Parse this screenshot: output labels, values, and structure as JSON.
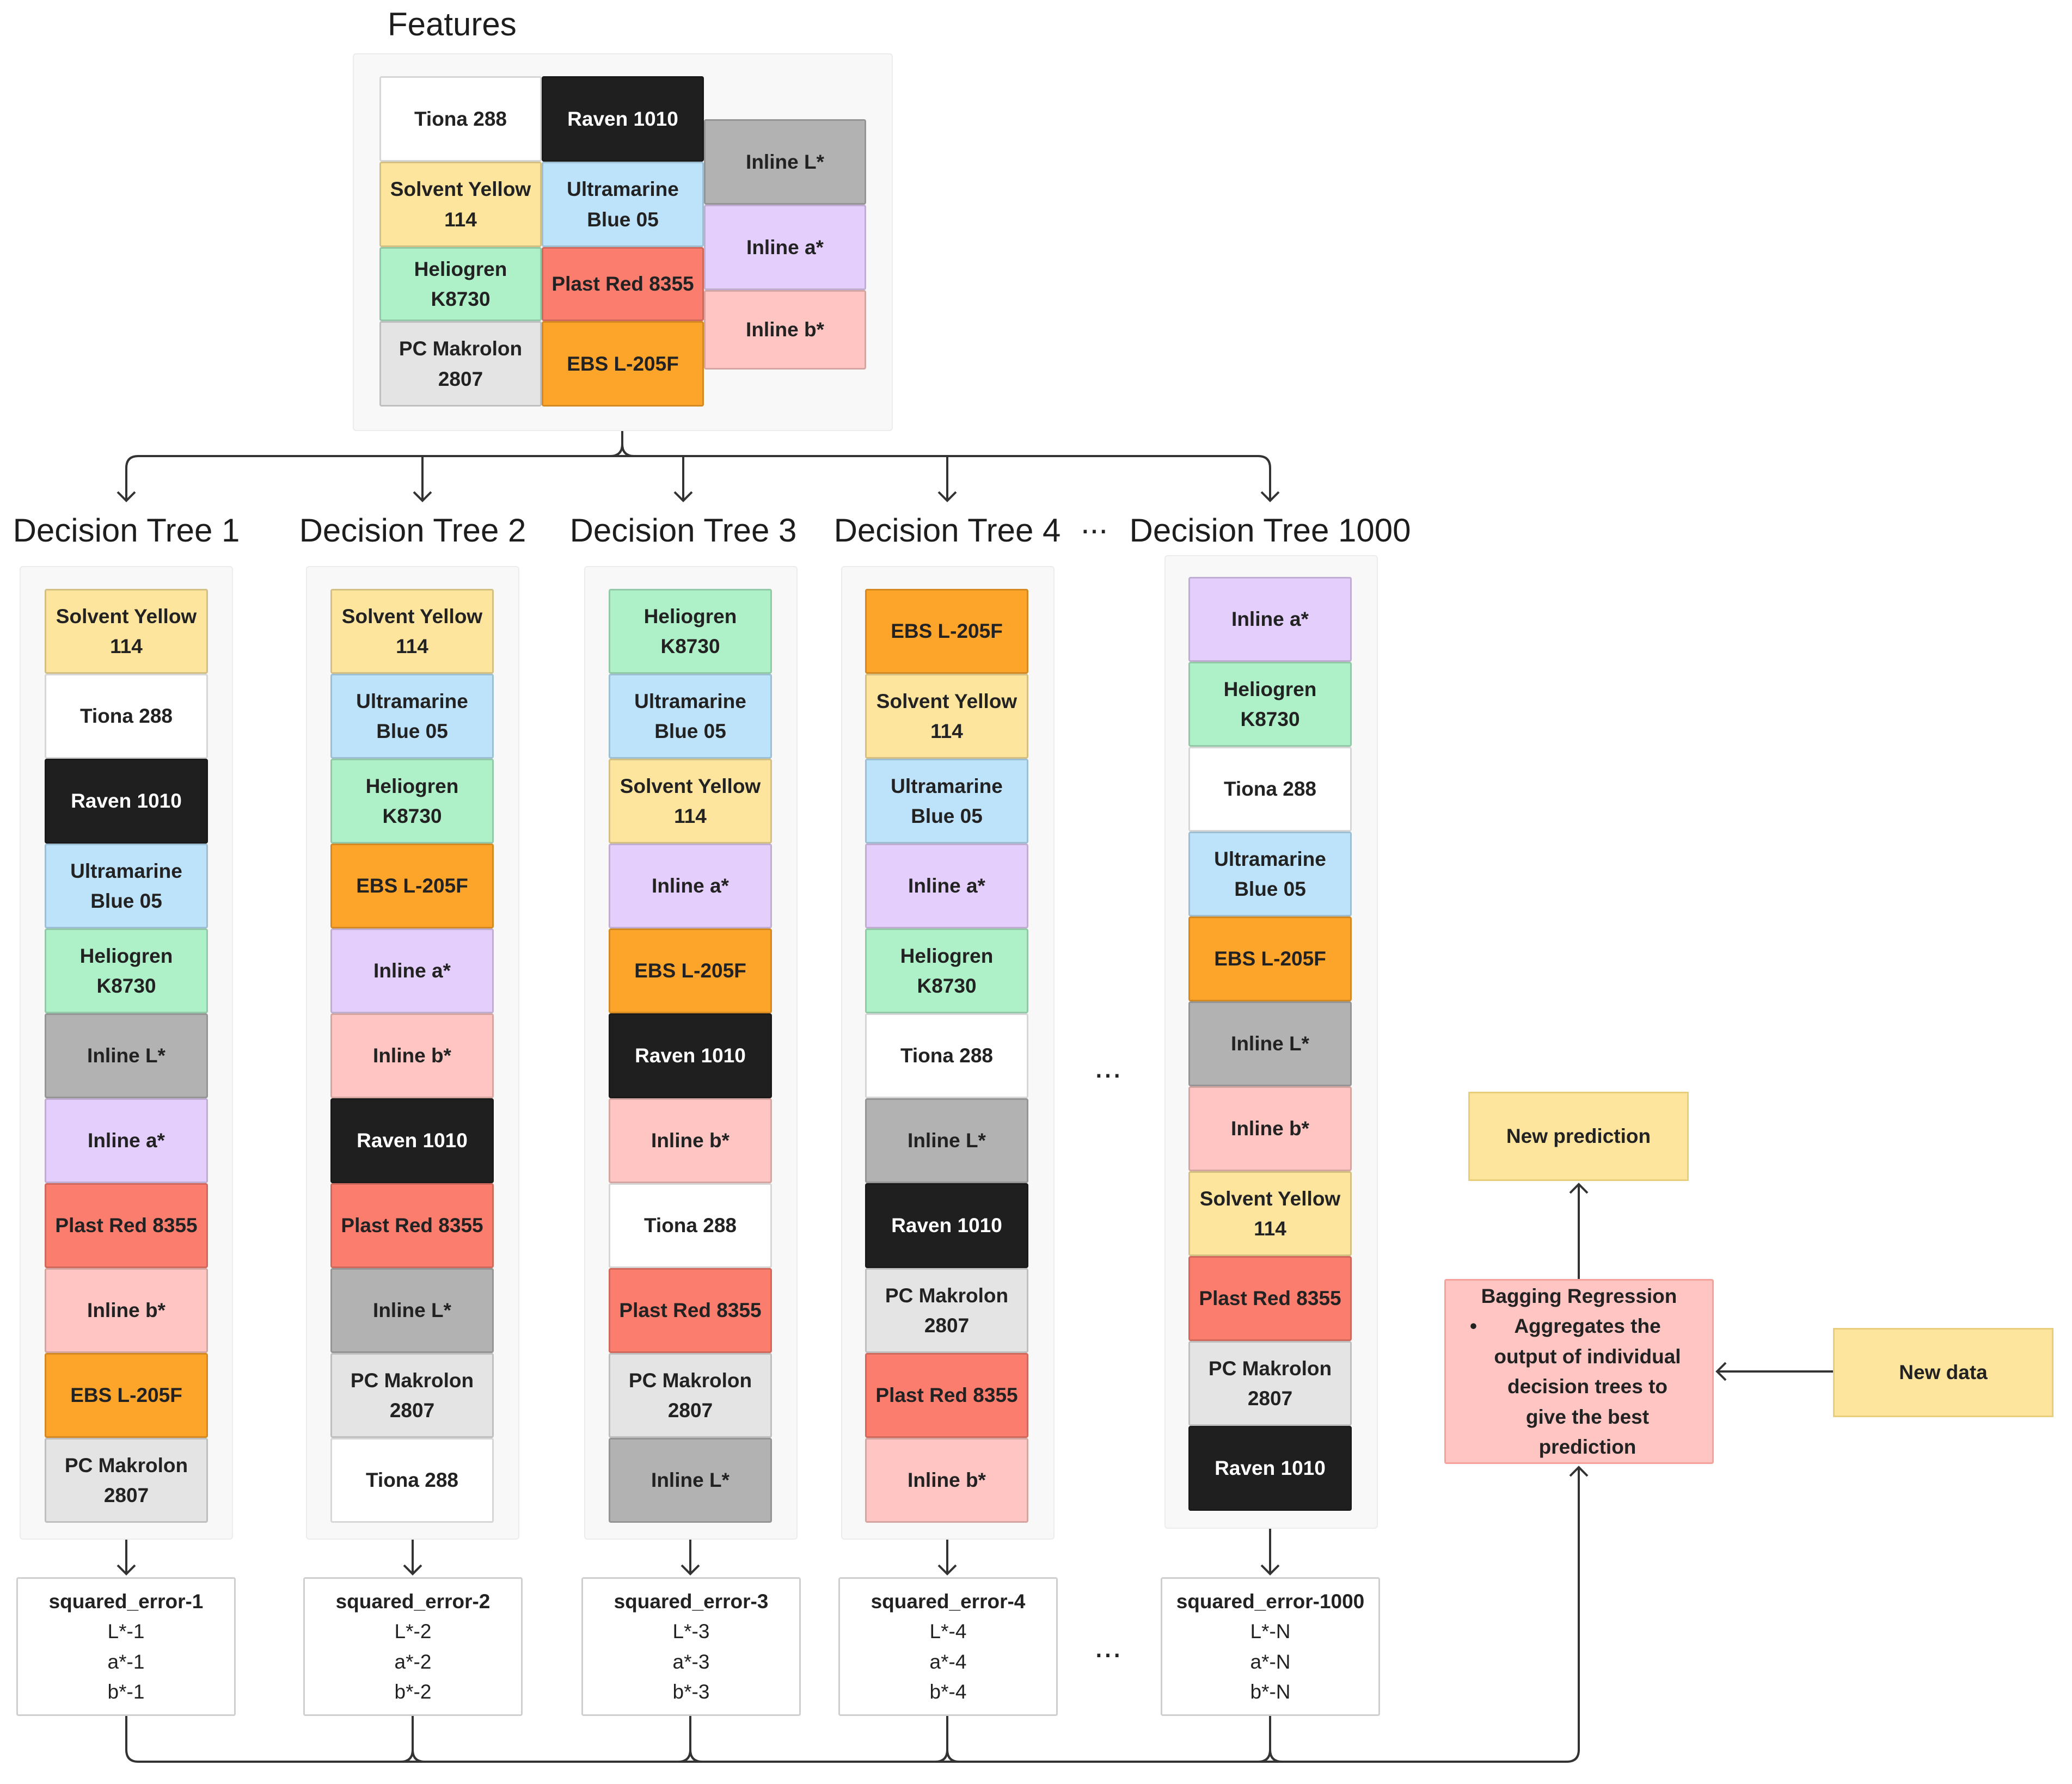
{
  "features": {
    "title": "Features",
    "blocks": [
      {
        "label": "Tiona 288",
        "color": "white"
      },
      {
        "label": "Raven 1010",
        "color": "black"
      },
      {
        "label": "Solvent Yellow 114",
        "color": "yellow"
      },
      {
        "label": "Ultramarine Blue 05",
        "color": "blue"
      },
      {
        "label": "Heliogren K8730",
        "color": "green"
      },
      {
        "label": "Plast Red 8355",
        "color": "red"
      },
      {
        "label": "PC Makrolon 2807",
        "color": "grey"
      },
      {
        "label": "EBS L-205F",
        "color": "orange"
      },
      {
        "label": "Inline L*",
        "color": "darkgrey"
      },
      {
        "label": "Inline a*",
        "color": "purple"
      },
      {
        "label": "Inline b*",
        "color": "pink"
      }
    ]
  },
  "trees": [
    {
      "title": "Decision Tree 1",
      "blocks": [
        {
          "label": "Solvent Yellow 114",
          "color": "yellow"
        },
        {
          "label": "Tiona 288",
          "color": "white"
        },
        {
          "label": "Raven 1010",
          "color": "black"
        },
        {
          "label": "Ultramarine Blue 05",
          "color": "blue"
        },
        {
          "label": "Heliogren K8730",
          "color": "green"
        },
        {
          "label": "Inline L*",
          "color": "darkgrey"
        },
        {
          "label": "Inline a*",
          "color": "purple"
        },
        {
          "label": "Plast Red 8355",
          "color": "red"
        },
        {
          "label": "Inline b*",
          "color": "pink"
        },
        {
          "label": "EBS L-205F",
          "color": "orange"
        },
        {
          "label": "PC Makrolon 2807",
          "color": "grey"
        }
      ],
      "result": {
        "title": "squared_error-1",
        "lines": [
          "L*-1",
          "a*-1",
          "b*-1"
        ]
      }
    },
    {
      "title": "Decision Tree 2",
      "blocks": [
        {
          "label": "Solvent Yellow 114",
          "color": "yellow"
        },
        {
          "label": "Ultramarine Blue 05",
          "color": "blue"
        },
        {
          "label": "Heliogren K8730",
          "color": "green"
        },
        {
          "label": "EBS L-205F",
          "color": "orange"
        },
        {
          "label": "Inline a*",
          "color": "purple"
        },
        {
          "label": "Inline b*",
          "color": "pink"
        },
        {
          "label": "Raven 1010",
          "color": "black"
        },
        {
          "label": "Plast Red 8355",
          "color": "red"
        },
        {
          "label": "Inline L*",
          "color": "darkgrey"
        },
        {
          "label": "PC Makrolon 2807",
          "color": "grey"
        },
        {
          "label": "Tiona 288",
          "color": "white"
        }
      ],
      "result": {
        "title": "squared_error-2",
        "lines": [
          "L*-2",
          "a*-2",
          "b*-2"
        ]
      }
    },
    {
      "title": "Decision Tree 3",
      "blocks": [
        {
          "label": "Heliogren K8730",
          "color": "green"
        },
        {
          "label": "Ultramarine Blue 05",
          "color": "blue"
        },
        {
          "label": "Solvent Yellow 114",
          "color": "yellow"
        },
        {
          "label": "Inline a*",
          "color": "purple"
        },
        {
          "label": "EBS L-205F",
          "color": "orange"
        },
        {
          "label": "Raven 1010",
          "color": "black"
        },
        {
          "label": "Inline b*",
          "color": "pink"
        },
        {
          "label": "Tiona 288",
          "color": "white"
        },
        {
          "label": "Plast Red 8355",
          "color": "red"
        },
        {
          "label": "PC Makrolon 2807",
          "color": "grey"
        },
        {
          "label": "Inline L*",
          "color": "darkgrey"
        }
      ],
      "result": {
        "title": "squared_error-3",
        "lines": [
          "L*-3",
          "a*-3",
          "b*-3"
        ]
      }
    },
    {
      "title": "Decision Tree 4",
      "blocks": [
        {
          "label": "EBS L-205F",
          "color": "orange"
        },
        {
          "label": "Solvent Yellow 114",
          "color": "yellow"
        },
        {
          "label": "Ultramarine Blue 05",
          "color": "blue"
        },
        {
          "label": "Inline a*",
          "color": "purple"
        },
        {
          "label": "Heliogren K8730",
          "color": "green"
        },
        {
          "label": "Tiona 288",
          "color": "white"
        },
        {
          "label": "Inline L*",
          "color": "darkgrey"
        },
        {
          "label": "Raven 1010",
          "color": "black"
        },
        {
          "label": "PC Makrolon 2807",
          "color": "grey"
        },
        {
          "label": "Plast Red 8355",
          "color": "red"
        },
        {
          "label": "Inline b*",
          "color": "pink"
        }
      ],
      "result": {
        "title": "squared_error-4",
        "lines": [
          "L*-4",
          "a*-4",
          "b*-4"
        ]
      }
    },
    {
      "title": "Decision Tree 1000",
      "blocks": [
        {
          "label": "Inline a*",
          "color": "purple"
        },
        {
          "label": "Heliogren K8730",
          "color": "green"
        },
        {
          "label": "Tiona 288",
          "color": "white"
        },
        {
          "label": "Ultramarine Blue 05",
          "color": "blue"
        },
        {
          "label": "EBS L-205F",
          "color": "orange"
        },
        {
          "label": "Inline L*",
          "color": "darkgrey"
        },
        {
          "label": "Inline b*",
          "color": "pink"
        },
        {
          "label": "Solvent Yellow 114",
          "color": "yellow"
        },
        {
          "label": "Plast Red 8355",
          "color": "red"
        },
        {
          "label": "PC Makrolon 2807",
          "color": "grey"
        },
        {
          "label": "Raven 1010",
          "color": "black"
        }
      ],
      "result": {
        "title": "squared_error-1000",
        "lines": [
          "L*-N",
          "a*-N",
          "b*-N"
        ]
      }
    }
  ],
  "ellipsis": "...",
  "bagging": {
    "title": "Bagging Regression",
    "bullet": "Aggregates the output of individual decision trees to give the best prediction"
  },
  "new_prediction": "New prediction",
  "new_data": "New data",
  "colors": {
    "white": {
      "bg": "#ffffff",
      "fg": "#222222"
    },
    "black": {
      "bg": "#1f1f1f",
      "fg": "#ffffff"
    },
    "yellow": {
      "bg": "#fde59d",
      "fg": "#222222"
    },
    "blue": {
      "bg": "#bde3fb",
      "fg": "#222222"
    },
    "green": {
      "bg": "#aef0c8",
      "fg": "#222222"
    },
    "red": {
      "bg": "#fa7d6e",
      "fg": "#222222"
    },
    "grey": {
      "bg": "#e4e4e4",
      "fg": "#222222"
    },
    "orange": {
      "bg": "#fda42a",
      "fg": "#222222"
    },
    "darkgrey": {
      "bg": "#b2b2b2",
      "fg": "#222222"
    },
    "purple": {
      "bg": "#e4cefb",
      "fg": "#222222"
    },
    "pink": {
      "bg": "#fec5c2",
      "fg": "#222222"
    },
    "note_yellow": "#fde59d",
    "bagging_bg": "#fec5c2",
    "bagging_border": "#f5a09a",
    "connector": "#333333"
  }
}
